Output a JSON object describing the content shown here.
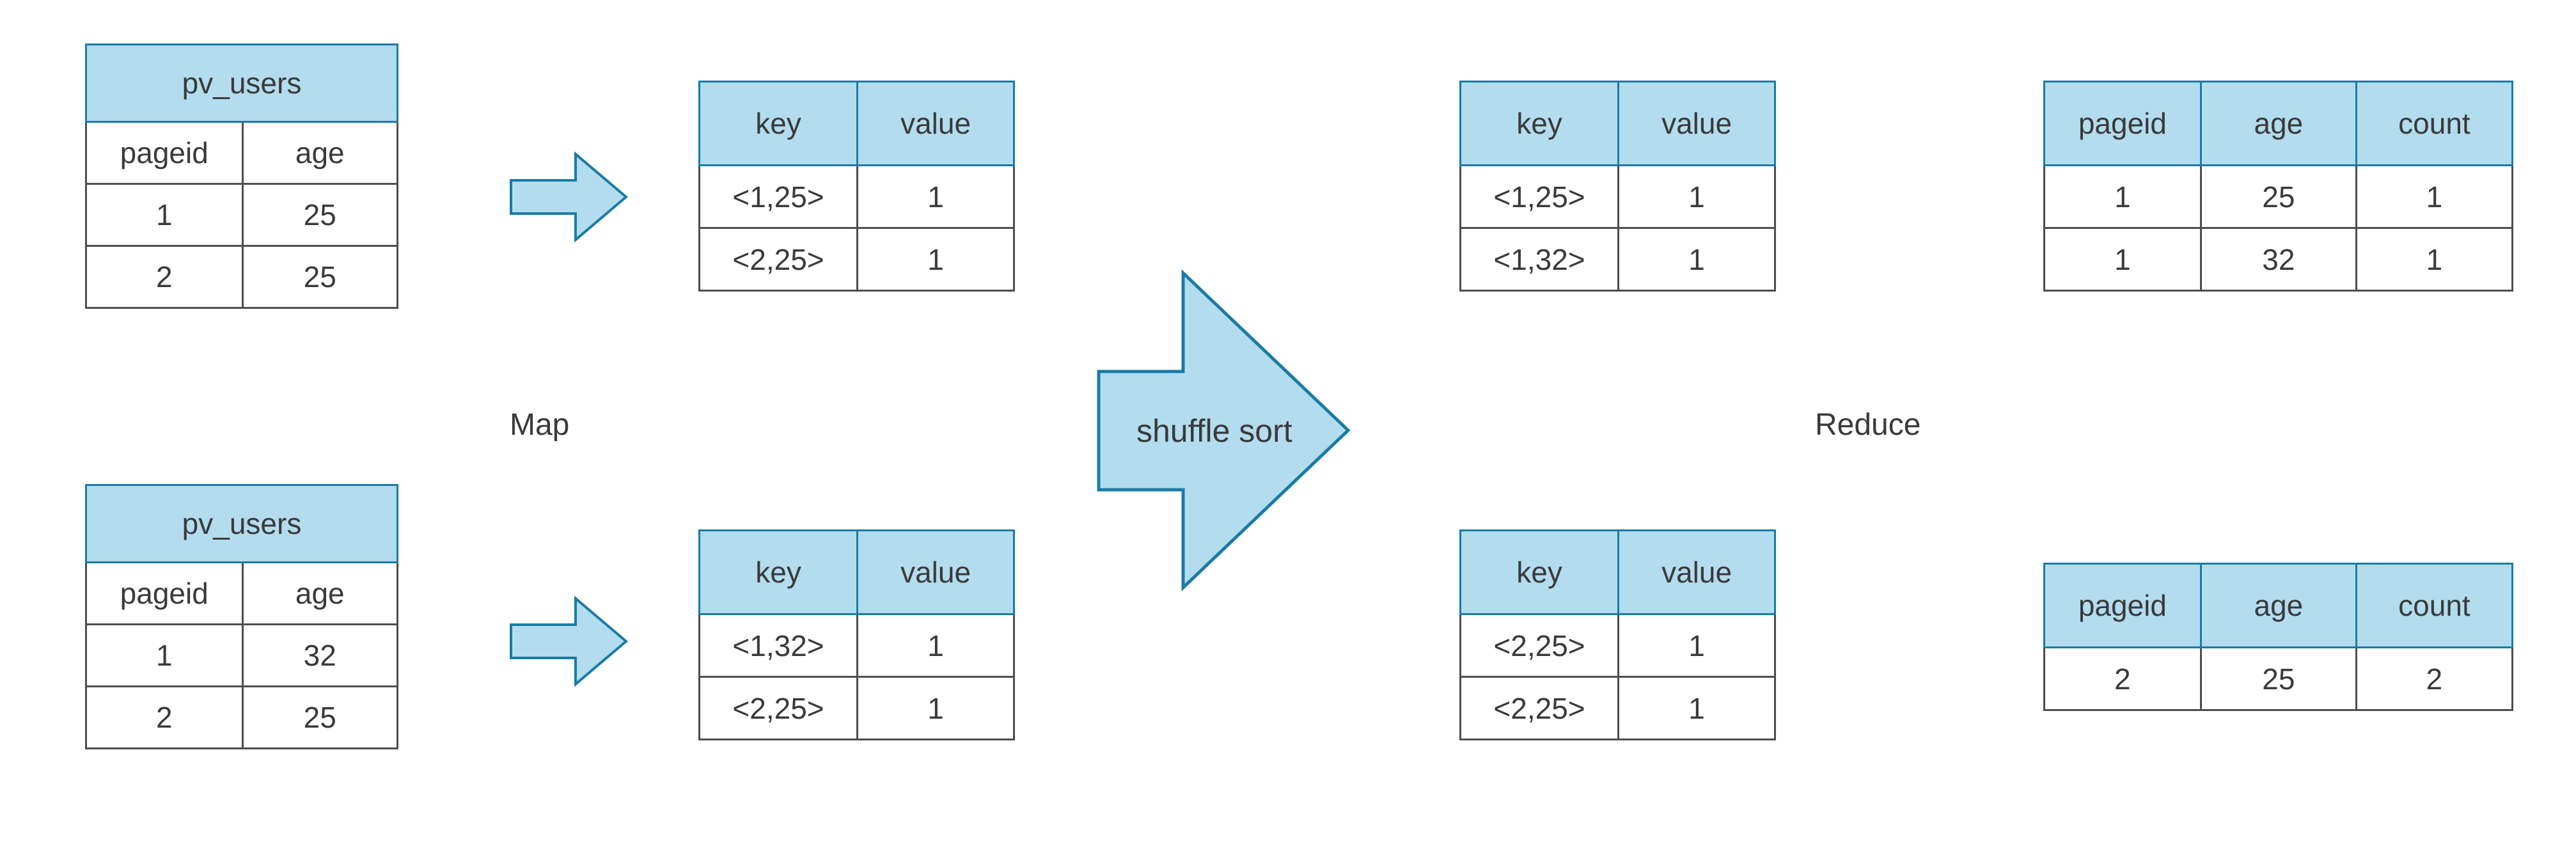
{
  "diagram": {
    "title": "Hive MapReduce count by pageid and age",
    "accent_fill": "#b3dcef",
    "accent_stroke": "#1a7ba5",
    "text_color": "#3a3a3a",
    "cell_border": "#4d4d4d",
    "background": "#ffffff"
  },
  "stage_labels": {
    "map": "Map",
    "shuffle": "shuffle sort",
    "reduce": "Reduce"
  },
  "arrows": {
    "map_arrow_top": "map-arrow",
    "map_arrow_bottom": "map-arrow",
    "shuffle_arrow": "shuffle-sort-arrow"
  },
  "input_tables": [
    {
      "title": "pv_users",
      "columns": [
        "pageid",
        "age"
      ],
      "rows": [
        [
          "1",
          "25"
        ],
        [
          "2",
          "25"
        ]
      ]
    },
    {
      "title": "pv_users",
      "columns": [
        "pageid",
        "age"
      ],
      "rows": [
        [
          "1",
          "32"
        ],
        [
          "2",
          "25"
        ]
      ]
    }
  ],
  "map_output_tables": [
    {
      "columns": [
        "key",
        "value"
      ],
      "rows": [
        [
          "<1,25>",
          "1"
        ],
        [
          "<2,25>",
          "1"
        ]
      ]
    },
    {
      "columns": [
        "key",
        "value"
      ],
      "rows": [
        [
          "<1,32>",
          "1"
        ],
        [
          "<2,25>",
          "1"
        ]
      ]
    }
  ],
  "shuffled_tables": [
    {
      "columns": [
        "key",
        "value"
      ],
      "rows": [
        [
          "<1,25>",
          "1"
        ],
        [
          "<1,32>",
          "1"
        ]
      ]
    },
    {
      "columns": [
        "key",
        "value"
      ],
      "rows": [
        [
          "<2,25>",
          "1"
        ],
        [
          "<2,25>",
          "1"
        ]
      ]
    }
  ],
  "reduce_output_tables": [
    {
      "columns": [
        "pageid",
        "age",
        "count"
      ],
      "rows": [
        [
          "1",
          "25",
          "1"
        ],
        [
          "1",
          "32",
          "1"
        ]
      ]
    },
    {
      "columns": [
        "pageid",
        "age",
        "count"
      ],
      "rows": [
        [
          "2",
          "25",
          "2"
        ]
      ]
    }
  ]
}
